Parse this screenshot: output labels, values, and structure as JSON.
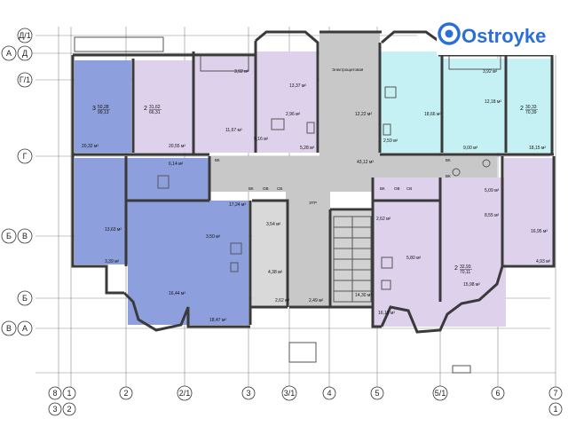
{
  "brand": {
    "name": "Ostroyke"
  },
  "axes": {
    "left": [
      "Д/1",
      "А",
      "Д",
      "Г/1",
      "Г",
      "Б",
      "В",
      "Б",
      "В",
      "А"
    ],
    "bottom": [
      "8",
      "1",
      "2",
      "2/1",
      "3",
      "3/1",
      "4",
      "5",
      "5/1",
      "6",
      "7"
    ],
    "bottom_row2": [
      "3",
      "2",
      "1"
    ]
  },
  "rooms": {
    "elevator_lobby": "Электрощитовая",
    "etr": "ЭТР",
    "bk": "ВК",
    "ov": "ОВ",
    "sv": "СВ"
  },
  "apartments": [
    {
      "rooms": "3",
      "living": "50,28",
      "total": "99,13"
    },
    {
      "rooms": "2",
      "living": "31,62",
      "total": "66,31"
    },
    {
      "rooms": "2",
      "living": "30,33",
      "total": "70,39"
    },
    {
      "rooms": "2",
      "living": "32,93",
      "total": "70,11"
    }
  ],
  "areas": [
    "3,92 м²",
    "13,37 м²",
    "12,22 м²",
    "18,66 м²",
    "3,92 м²",
    "12,18 м²",
    "11,67 м²",
    "2,96 м²",
    "9,16 м²",
    "5,28 м²",
    "2,59 м²",
    "9,00 м²",
    "20,32 м²",
    "20,55 м²",
    "43,12 м²",
    "18,15 м²",
    "6,14 м²",
    "17,24 м²",
    "5,09 м²",
    "13,63 м²",
    "3,50 м²",
    "3,54 м²",
    "2,62 м²",
    "8,55 м²",
    "16,95 м²",
    "3,39 м²",
    "4,38 м²",
    "5,80 м²",
    "4,93 м²",
    "16,44 м²",
    "2,62 м²",
    "2,49 м²",
    "14,30 м²",
    "15,98 м²",
    "18,47 м²",
    "16,18 м²"
  ],
  "colors": {
    "blue": "#8d9fdc",
    "cyan": "#c5f1f4",
    "lavender": "#ddd1ec",
    "gray": "#c8c8c8",
    "stair": "#d2d2d2",
    "brand": "#2b6fd6"
  }
}
